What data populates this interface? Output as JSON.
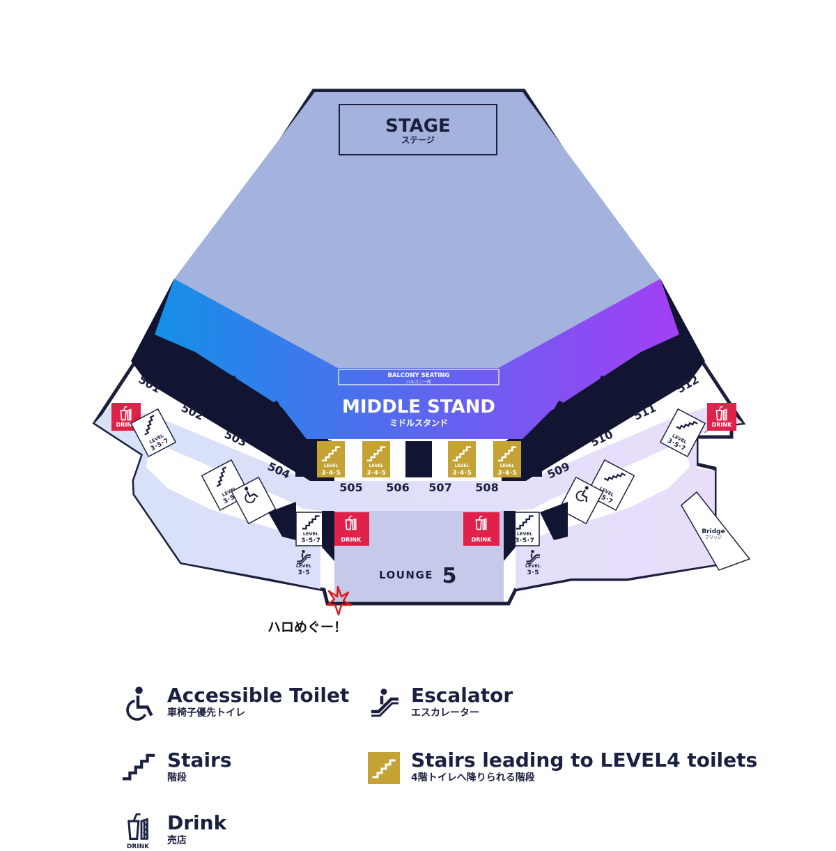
{
  "colors": {
    "outline": "#1b1f3b",
    "stage_area": "#a4b3de",
    "stand_start": "#1390e8",
    "stand_end": "#a33ff5",
    "concourse_start": "#d6e1f7",
    "concourse_end": "#e9defa",
    "block": "#111532",
    "gold": "#c4a334",
    "drink_red": "#e0224a",
    "lounge": "#c6c9ea",
    "annotation_red": "#e01818"
  },
  "stage": {
    "title": "STAGE",
    "subtitle": "ステージ"
  },
  "balcony": {
    "title": "BALCONY SEATING",
    "subtitle": "バルコニー席"
  },
  "middle_stand": {
    "title": "MIDDLE STAND",
    "subtitle": "ミドルスタンド"
  },
  "lounge": {
    "label": "LOUNGE",
    "number": "5"
  },
  "bridge": {
    "title": "Bridge",
    "subtitle": "ブリッジ"
  },
  "blocks": [
    "501",
    "502",
    "503",
    "504",
    "505",
    "506",
    "507",
    "508",
    "509",
    "510",
    "511",
    "512"
  ],
  "level_labels": {
    "level_word": "LEVEL",
    "l345": "3･4･5",
    "l357": "3･5･7",
    "l35": "3･5"
  },
  "drink_label": "DRINK",
  "annotation": {
    "text": "ハロめぐー！",
    "icon": "star-icon"
  },
  "legend": [
    {
      "id": "accessible",
      "icon": "wheelchair-icon",
      "en": "Accessible Toilet",
      "ja": "車椅子優先トイレ"
    },
    {
      "id": "escalator",
      "icon": "escalator-icon",
      "en": "Escalator",
      "ja": "エスカレーター"
    },
    {
      "id": "stairs",
      "icon": "stairs-icon",
      "en": "Stairs",
      "ja": "階段"
    },
    {
      "id": "stairs_l4",
      "icon": "gold-stairs-icon",
      "en": "Stairs leading to LEVEL4 toilets",
      "ja": "4階トイレへ降りられる階段"
    },
    {
      "id": "drink",
      "icon": "drink-icon",
      "en": "Drink",
      "ja": "売店"
    }
  ],
  "legend_drink_icon_label": "DRINK"
}
